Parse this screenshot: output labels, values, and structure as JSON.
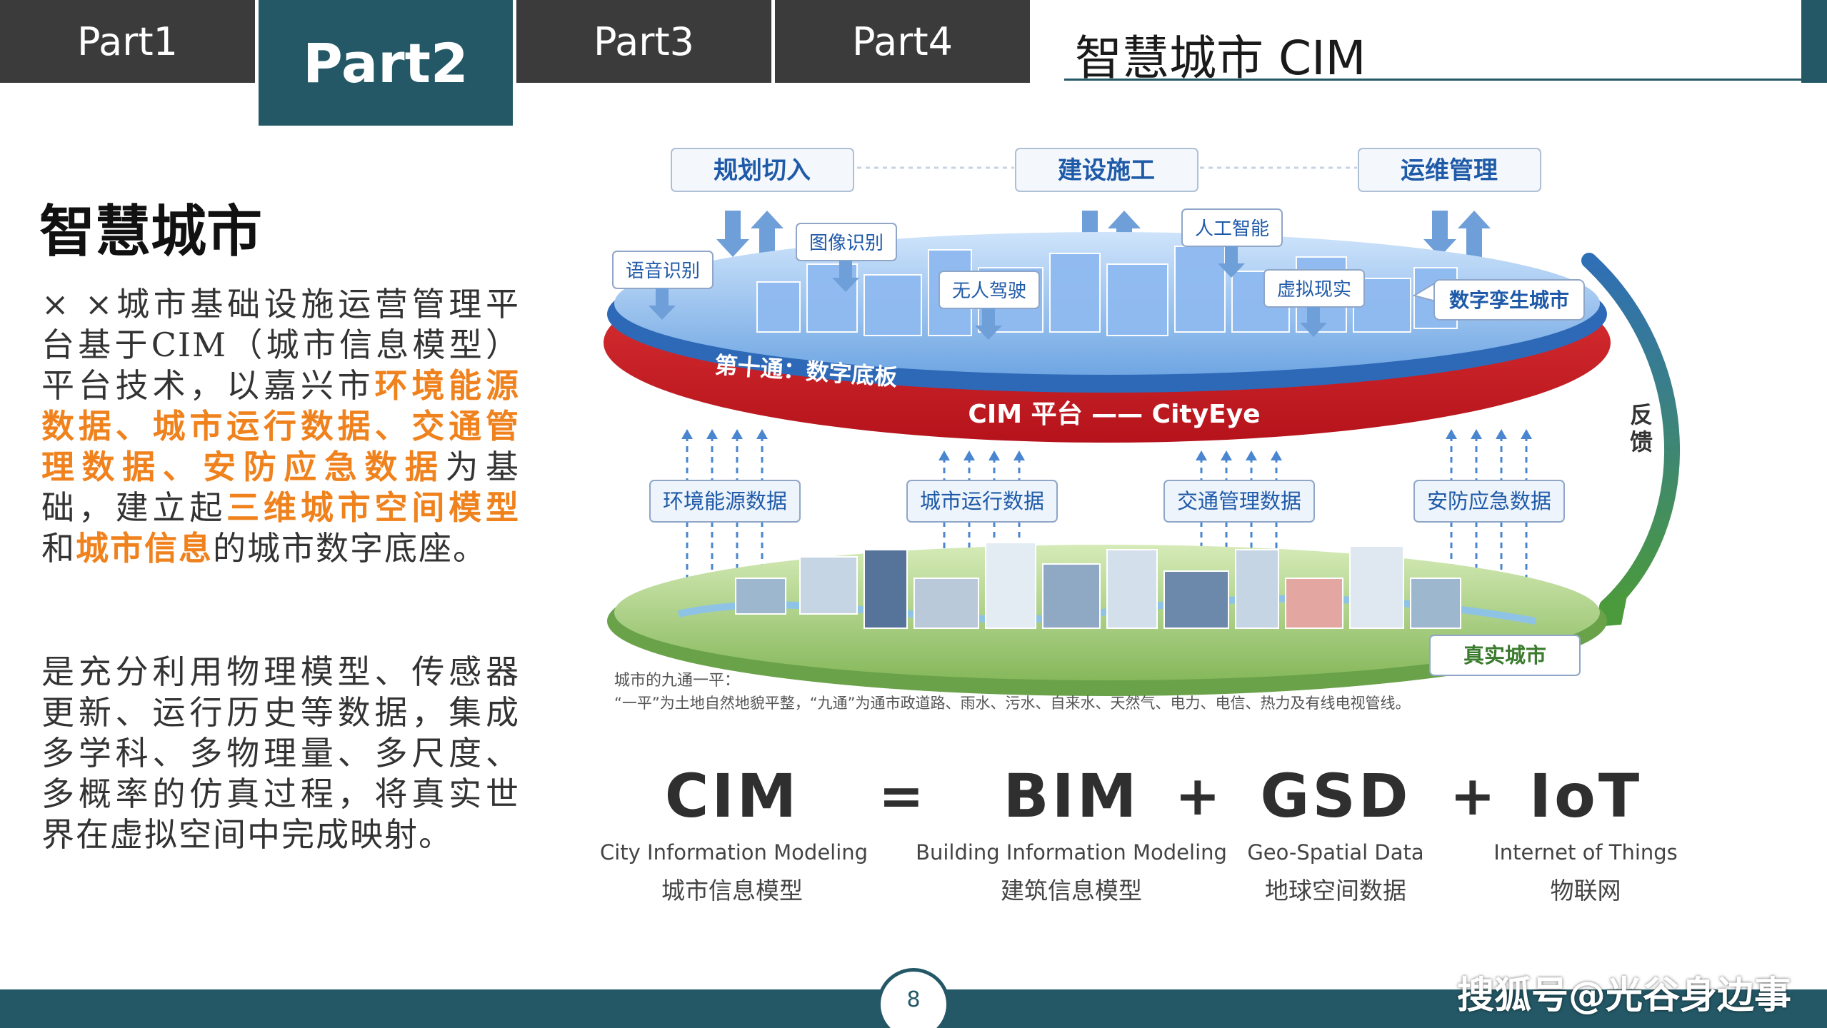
{
  "tabs": [
    {
      "label": "Part1",
      "active": false
    },
    {
      "label": "Part2",
      "active": true
    },
    {
      "label": "Part3",
      "active": false
    },
    {
      "label": "Part4",
      "active": false
    }
  ],
  "header": {
    "title": "智慧城市 CIM"
  },
  "section": {
    "title": "智慧城市"
  },
  "paragraph1": {
    "t1": "× ×城市基础设施运营管理平台基于CIM（城市信息模型）平台技术，以嘉兴市",
    "h1": "环境能源数据、城市运行数据、交通管理数据、安防应急数据",
    "t2": "为基础，建立起",
    "h2": "三维城市空间模型",
    "t3": "和",
    "h3": "城市信息",
    "t4": "的城市数字底座。"
  },
  "paragraph2": "是充分利用物理模型、传感器更新、运行历史等数据，集成多学科、多物理量、多尺度、多概率的仿真过程，将真实世界在虚拟空间中完成映射。",
  "diagram": {
    "stages": [
      "规划切入",
      "建设施工",
      "运维管理"
    ],
    "tech_labels": [
      "语音识别",
      "图像识别",
      "无人驾驶",
      "人工智能",
      "虚拟现实"
    ],
    "digital_twin": "数字孪生城市",
    "base_plate": "第十通：数字底板",
    "platform": "CIM 平台 —— CityEye",
    "feedback": [
      "反",
      "馈"
    ],
    "data_sources": [
      "环境能源数据",
      "城市运行数据",
      "交通管理数据",
      "安防应急数据"
    ],
    "real_city": "真实城市",
    "note1": "城市的九通一平：",
    "note2": "“一平”为土地自然地貌平整，“九通”为通市政道路、雨水、污水、自来水、天然气、电力、电信、热力及有线电视管线。"
  },
  "equation": {
    "terms": [
      {
        "abbr": "CIM",
        "en": "City Information Modeling",
        "zh": "城市信息模型"
      },
      {
        "abbr": "BIM",
        "en": "Building Information Modeling",
        "zh": "建筑信息模型"
      },
      {
        "abbr": "GSD",
        "en": "Geo-Spatial Data",
        "zh": "地球空间数据"
      },
      {
        "abbr": "IoT",
        "en": "Internet of Things",
        "zh": "物联网"
      }
    ],
    "ops": [
      "=",
      "+",
      "+"
    ]
  },
  "footer": {
    "page": "8",
    "watermark": "搜狐号@光谷身边事"
  },
  "colors": {
    "teal": "#245866",
    "dark_tab": "#3b3b3b",
    "highlight": "#f0821e"
  }
}
